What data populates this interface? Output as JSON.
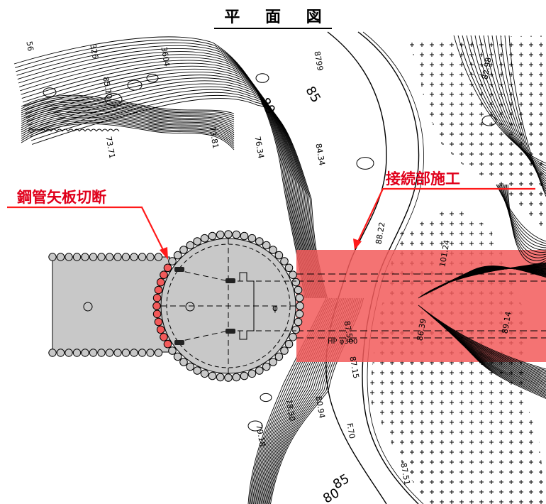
{
  "drawing": {
    "title": "平 面 図",
    "callouts": {
      "cut": "鋼管矢板切断",
      "joint": "接続部施工"
    },
    "colors": {
      "highlight": "#ff2020",
      "highlight_fill": "#f25a5a",
      "structure_fill": "#c8c8c8",
      "line": "#000000"
    },
    "labels": {
      "contour_85_top": "85",
      "contour_80_top": "80",
      "contour_85_bottom": "85",
      "contour_80_bottom": "80",
      "elev_8799": "8799",
      "elev_7371": "73.71",
      "elev_7381": "73.81",
      "elev_7634": "76.34",
      "elev_8434": "84.34",
      "elev_8510": "85.10",
      "elev_8822": "88.22",
      "elev_8754": "87.54",
      "elev_8715": "87.15",
      "elev_7918": "79.18",
      "elev_8751": "87.51",
      "elev_f70": "F.70",
      "hp": "HP φ300",
      "elev_56": "56",
      "elev_326": "326",
      "elev_3604": "3604",
      "elev_8298": "82.98",
      "elev_10124": "101.24",
      "elev_8639": "86.39",
      "elev_8914": "89.14",
      "elev_7850": "78.50",
      "elev_8094": "80.94"
    }
  }
}
